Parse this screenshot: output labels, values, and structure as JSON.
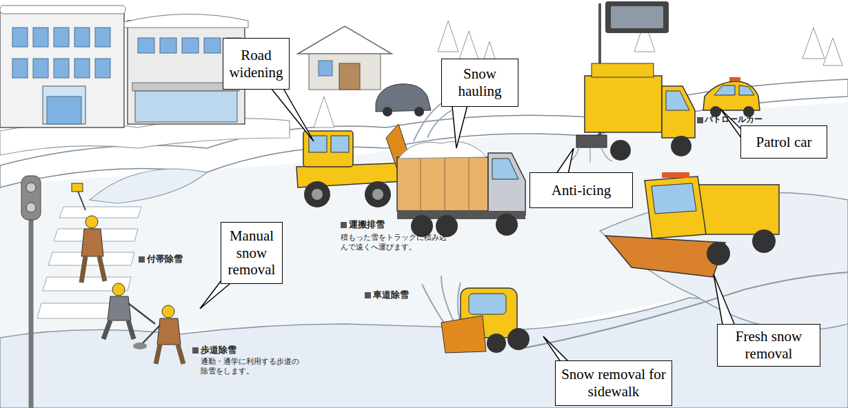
{
  "diagram": {
    "nodes": [
      {
        "text": [
          "Road widening"
        ]
      },
      {
        "text": [
          "Snow hauling"
        ]
      },
      {
        "text": [
          "Patrol car"
        ]
      },
      {
        "text": [
          "Anti-icing"
        ]
      },
      {
        "text": [
          "Manual snow removal"
        ]
      },
      {
        "text": [
          "Fresh snow removal"
        ]
      },
      {
        "text": [
          "Snow removal for sidewalk"
        ]
      }
    ],
    "labels": [
      "パトロールカー",
      "運搬排雪",
      "積もった雪をトラックに積み込んで遠くへ運びます。",
      "付帯除雪",
      "車道除雪",
      "歩道除雪",
      "通勤・通学に利用する歩道の除雪をします。"
    ]
  }
}
